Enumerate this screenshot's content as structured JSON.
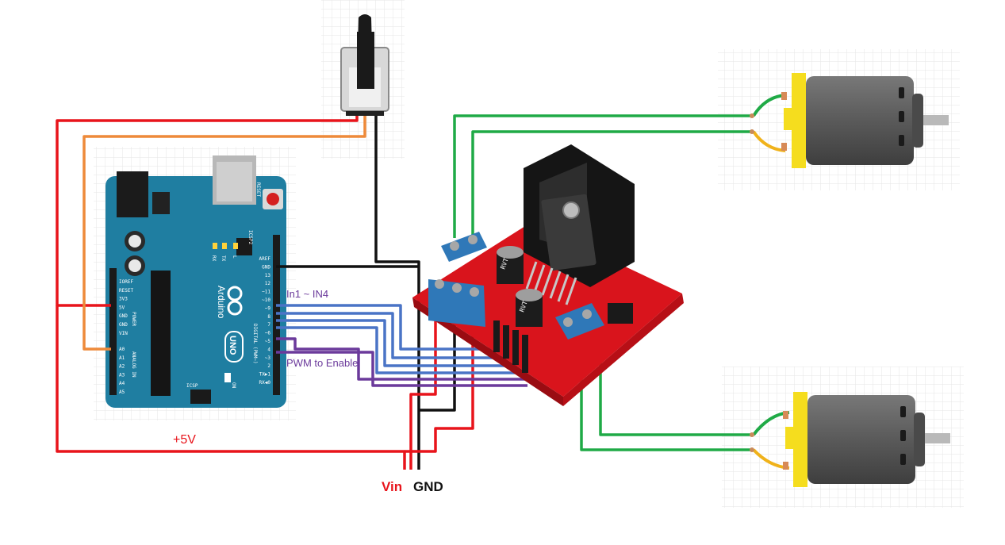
{
  "labels": {
    "vin": "Vin",
    "gnd": "GND",
    "plus5v": "+5V",
    "in_range": "In1 ~ IN4",
    "pwm": "PWM to Enable"
  },
  "arduino": {
    "brand": "Arduino",
    "model": "UNO",
    "reset": "RESET",
    "icsp2": "ICSP2",
    "icsp": "ICSP",
    "on": "ON",
    "tx": "TX",
    "rx": "RX",
    "l": "L",
    "power_header": "POWER",
    "analog_header": "ANALOG IN",
    "digital_header": "DIGITAL (PWM~)",
    "power_pins": [
      "IOREF",
      "RESET",
      "3V3",
      "5V",
      "GND",
      "GND",
      "VIN"
    ],
    "analog_pins": [
      "A0",
      "A1",
      "A2",
      "A3",
      "A4",
      "A5"
    ],
    "digital_pins": [
      "AREF",
      "GND",
      "13",
      "12",
      "~11",
      "~10",
      "~9",
      "8",
      "7",
      "~6",
      "~5",
      "4",
      "~3",
      "2",
      "TX▶1",
      "RX◀0"
    ]
  },
  "driver": {
    "cap_marking": "RVT"
  },
  "colors": {
    "red_wire": "#e8141b",
    "orange_wire": "#ee8a3a",
    "black_wire": "#111111",
    "green_wire": "#1faa46",
    "blue_wire": "#4a74c6",
    "purple_wire": "#6b3a9b",
    "board_blue": "#1f7ea1",
    "driver_red": "#d9141c",
    "terminal_blue": "#2f78b8",
    "motor_yellow": "#f5dd1e",
    "motor_gray": "#5a5a5a",
    "vin_text": "#e8141b",
    "gnd_text": "#111111",
    "plus5v_text": "#e8141b",
    "in_text": "#6b3a9b",
    "pwm_text": "#6b3a9b"
  }
}
